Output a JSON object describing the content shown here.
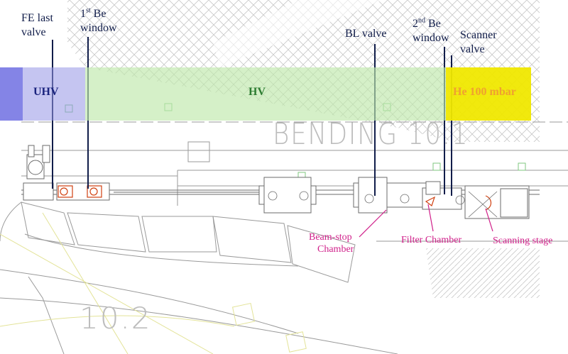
{
  "zones": {
    "uhv": "UHV",
    "hv": "HV",
    "he": "He 100 mbar"
  },
  "callouts": {
    "fe_last_valve": {
      "line1": "FE last",
      "line2": "valve"
    },
    "first_be_window": {
      "line1_num": "1",
      "line1_sup": "st",
      "line1_rest": " Be",
      "line2": "window"
    },
    "bl_valve": "BL valve",
    "second_be_window": {
      "line1_num": "2",
      "line1_sup": "nd",
      "line1_rest": " Be",
      "line2": "window"
    },
    "scanner_valve": {
      "line1": "Scanner",
      "line2": "valve"
    }
  },
  "components": {
    "beam_stop": {
      "line1": "Beam-stop",
      "line2": "Chamber"
    },
    "filter_chamber": "Filter Chamber",
    "scanning_stage": "Scanning stage"
  },
  "drawing_text": {
    "bending": "BENDING 10.1",
    "section": "10.2"
  },
  "colors": {
    "uhv": "#8c8ce6",
    "hv": "#bfe8aa",
    "he": "#f0e800",
    "callout_text": "#111d4a",
    "component_text": "#d0208a",
    "cad_lines": "#9a9a9a"
  }
}
